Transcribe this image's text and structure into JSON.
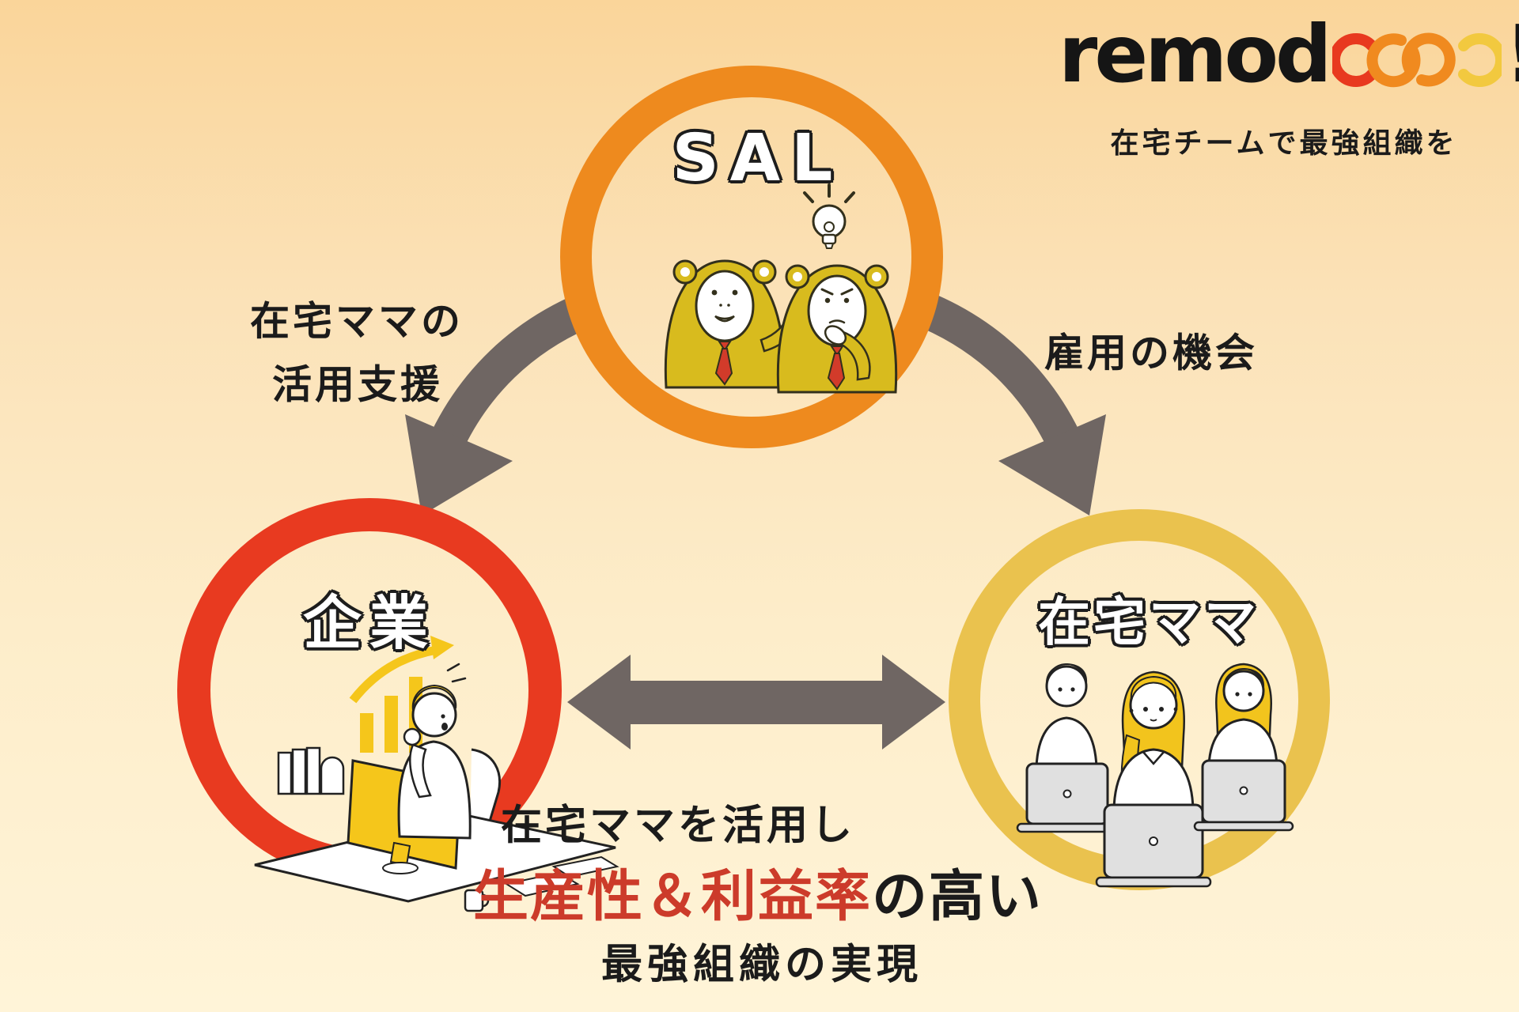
{
  "logo": {
    "brand_text": "remod",
    "brand_mark": "ooo",
    "brand_exclaim": "!",
    "tagline": "在宅チームで最強組織を"
  },
  "nodes": {
    "sal": {
      "label": "SAL"
    },
    "company": {
      "label": "企業"
    },
    "mama": {
      "label": "在宅ママ"
    }
  },
  "edges": {
    "sal_to_company_line1": "在宅ママの",
    "sal_to_company_line2": "活用支援",
    "sal_to_mama": "雇用の機会"
  },
  "footer": {
    "line1": "在宅ママを活用し",
    "line2_highlight": "生産性＆利益率",
    "line2_rest": "の高い",
    "line3": "最強組織の実現"
  },
  "colors": {
    "background_top": "#FAD59A",
    "background_bottom": "#FFF4D8",
    "sal_ring": "#EE8A1E",
    "company_ring": "#E83A20",
    "mama_ring": "#EAC24E",
    "arrow_gray": "#6F6663",
    "highlight_red": "#CC3B2A",
    "logo_red": "#E8391F",
    "logo_orange": "#F08A1F",
    "logo_yellow": "#F2C93F",
    "mascot_yellow": "#D8BB1E",
    "accent_yellow": "#F5C61B",
    "tie_red": "#D23B2A"
  }
}
